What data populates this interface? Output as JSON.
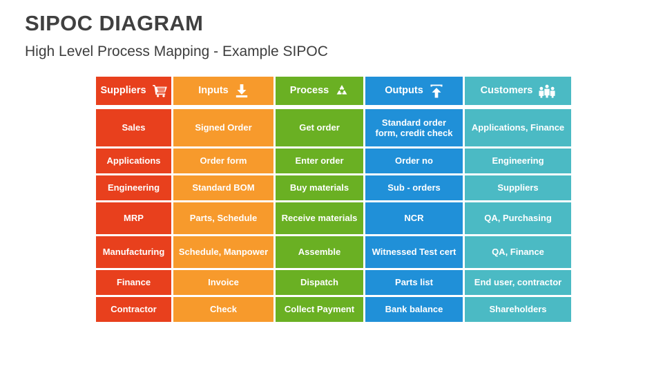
{
  "header": {
    "title": "SIPOC DIAGRAM",
    "subtitle": "High Level Process Mapping - Example SIPOC"
  },
  "colors": {
    "suppliers": "#e8401d",
    "inputs": "#f79a2c",
    "process": "#6ab023",
    "outputs": "#2090d8",
    "customers": "#4bbac4",
    "title_text": "#404040",
    "cell_text": "#ffffff"
  },
  "table": {
    "columns": [
      {
        "label": "Suppliers",
        "icon": "shopping-cart-icon",
        "color_key": "suppliers"
      },
      {
        "label": "Inputs",
        "icon": "download-icon",
        "color_key": "inputs"
      },
      {
        "label": "Process",
        "icon": "recycle-icon",
        "color_key": "process"
      },
      {
        "label": "Outputs",
        "icon": "upload-icon",
        "color_key": "outputs"
      },
      {
        "label": "Customers",
        "icon": "people-group-icon",
        "color_key": "customers"
      }
    ],
    "rows": [
      {
        "height": "tall",
        "cells": [
          "Sales",
          "Signed Order",
          "Get order",
          "Standard order form, credit check",
          "Applications, Finance"
        ]
      },
      {
        "height": "short",
        "cells": [
          "Applications",
          "Order form",
          "Enter order",
          "Order no",
          "Engineering"
        ]
      },
      {
        "height": "short",
        "cells": [
          "Engineering",
          "Standard BOM",
          "Buy materials",
          "Sub - orders",
          "Suppliers"
        ]
      },
      {
        "height": "mid",
        "cells": [
          "MRP",
          "Parts, Schedule",
          "Receive materials",
          "NCR",
          "QA, Purchasing"
        ]
      },
      {
        "height": "mid",
        "cells": [
          "Manufacturing",
          "Schedule, Manpower",
          "Assemble",
          "Witnessed Test cert",
          "QA, Finance"
        ]
      },
      {
        "height": "short",
        "cells": [
          "Finance",
          "Invoice",
          "Dispatch",
          "Parts list",
          "End user, contractor"
        ]
      },
      {
        "height": "short",
        "cells": [
          "Contractor",
          "Check",
          "Collect Payment",
          "Bank balance",
          "Shareholders"
        ]
      }
    ]
  }
}
